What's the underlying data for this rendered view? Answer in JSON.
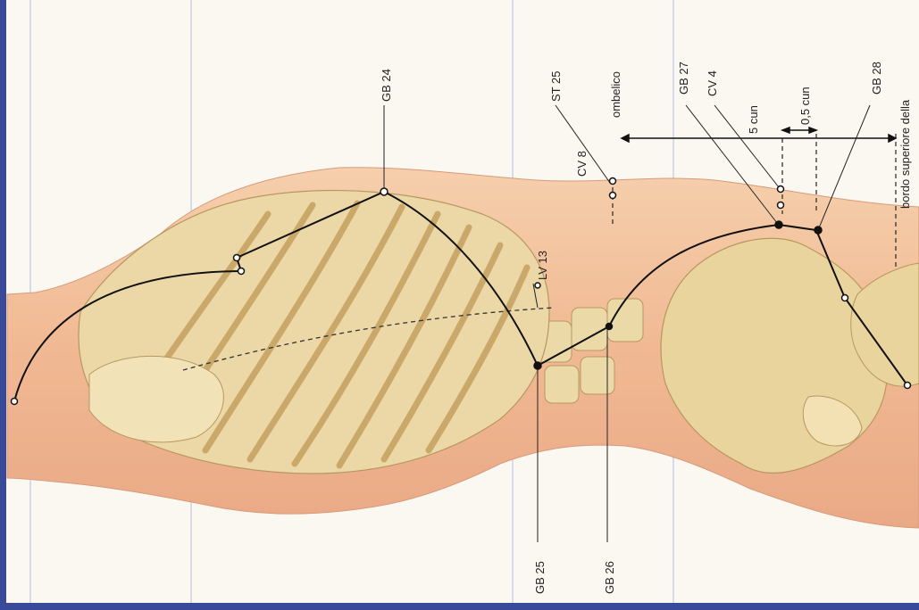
{
  "labels": {
    "gb24": "GB 24",
    "st25": "ST 25",
    "ombelico": "ombelico",
    "cv8": "CV 8",
    "gb27": "GB 27",
    "cv4": "CV 4",
    "five_cun": "5 cun",
    "half_cun": "0,5 cun",
    "gb28": "GB 28",
    "bordo": "bordo superiore della",
    "lv13": "LV 13",
    "gb25": "GB 25",
    "gb26": "GB 26"
  },
  "colors": {
    "frame": "#3a4a9a",
    "paper": "#fbf7f1",
    "skin": "#f1c09a",
    "bone": "#e9d49c",
    "line": "#111111"
  }
}
